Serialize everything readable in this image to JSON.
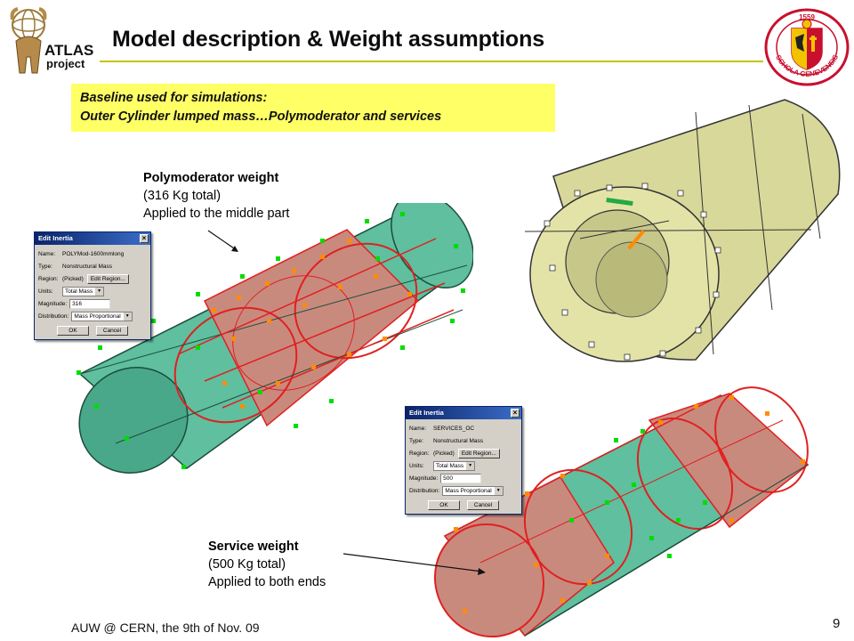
{
  "slide": {
    "title": "Model description & Weight assumptions",
    "page_number": "9",
    "footer": "AUW @ CERN, the 9th of Nov. 09"
  },
  "logos": {
    "atlas_line1": "ATLAS",
    "atlas_line2": "project",
    "seal_top_text": "1559",
    "seal_ring_text": "SCHOLA GENEVENSIS",
    "seal_year": "1559",
    "seal_color": "#c8102e"
  },
  "baseline": {
    "line1": "Baseline used for simulations:",
    "line2": "Outer Cylinder lumped mass…Polymoderator and services"
  },
  "polymoderator_note": {
    "heading": "Polymoderator weight",
    "line2": "(316 Kg total)",
    "line3": "Applied to the middle part"
  },
  "service_note": {
    "heading": "Service weight",
    "line2": "(500 Kg total)",
    "line3": "Applied to both ends"
  },
  "dialog_poly": {
    "title": "Edit Inertia",
    "name_label": "Name:",
    "name_value": "POLYMod-1600mmlong",
    "type_label": "Type:",
    "type_value": "Nonstructural Mass",
    "region_label": "Region:",
    "region_value": "(Picked)",
    "edit_region_label": "Edit Region...",
    "units_label": "Units:",
    "units_value": "Total Mass",
    "magnitude_label": "Magnitude:",
    "magnitude_value": "316",
    "distribution_label": "Distribution:",
    "distribution_value": "Mass Proportional",
    "ok_label": "OK",
    "cancel_label": "Cancel"
  },
  "dialog_services": {
    "title": "Edit Inertia",
    "name_label": "Name:",
    "name_value": "SERVICES_OC",
    "type_label": "Type:",
    "type_value": "Nonstructural Mass",
    "region_label": "Region:",
    "region_value": "(Picked)",
    "edit_region_label": "Edit Region...",
    "units_label": "Units:",
    "units_value": "Total Mass",
    "magnitude_label": "Magnitude:",
    "magnitude_value": "500",
    "distribution_label": "Distribution:",
    "distribution_value": "Mass Proportional",
    "ok_label": "OK",
    "cancel_label": "Cancel"
  },
  "colors": {
    "title_rule": "#c9c400",
    "baseline_bg": "#ffff66",
    "mesh_teal": "#5fbf9f",
    "mass_region": "#c98a7e",
    "edge_red": "#e02020",
    "node_green": "#00dd00",
    "node_orange": "#ff8c00",
    "olive_cylinder": "#d8d89a"
  }
}
